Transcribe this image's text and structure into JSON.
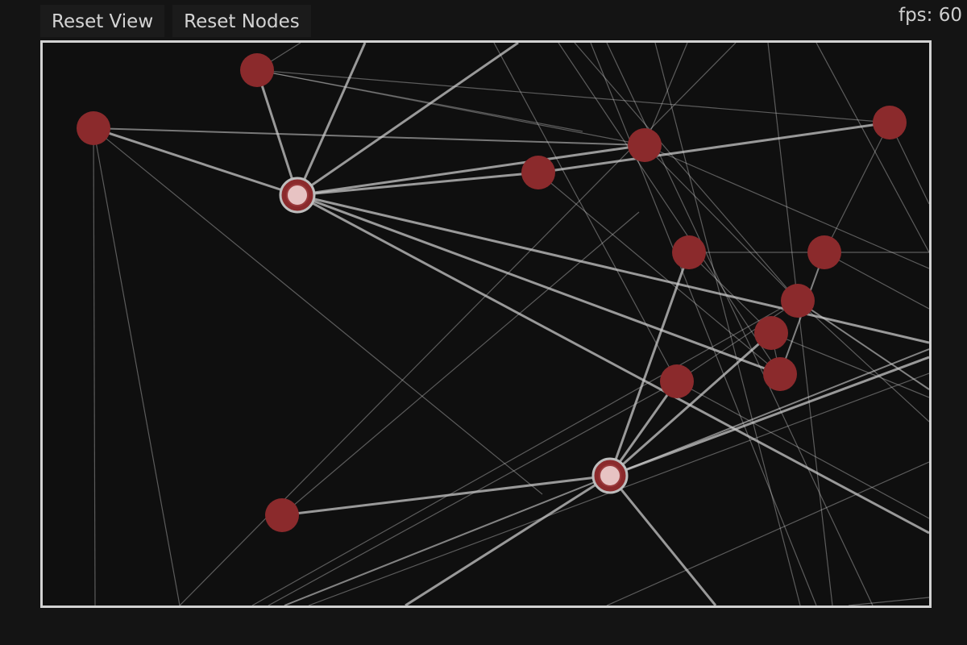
{
  "toolbar": {
    "reset_view_label": "Reset View",
    "reset_nodes_label": "Reset Nodes"
  },
  "fps": {
    "label": "fps: 60"
  },
  "colors": {
    "background": "#141414",
    "canvas_background": "#0f0f0f",
    "canvas_border": "#d2d2d2",
    "node_fill": "#8b2a2c",
    "selected_node_core": "#e7c3c3",
    "edge_color": "#cfcfcf"
  }
}
